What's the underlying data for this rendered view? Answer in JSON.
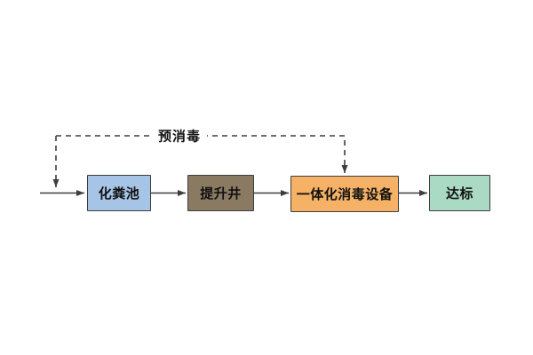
{
  "diagram": {
    "background": "#ffffff",
    "annotation": {
      "label": "预消毒"
    },
    "nodes": [
      {
        "id": "septic-tank",
        "label": "化粪池",
        "fill": "#a6c4e5"
      },
      {
        "id": "lift-well",
        "label": "提升井",
        "fill": "#8a7a62"
      },
      {
        "id": "integrated-disinfection-unit",
        "label": "一体化消毒设备",
        "fill": "#f5b266"
      },
      {
        "id": "standard-met",
        "label": "达标",
        "fill": "#aadac3"
      }
    ],
    "colors": {
      "border": "#3d3d3d",
      "connector": "#3d3d3d",
      "text": "#111111"
    }
  }
}
